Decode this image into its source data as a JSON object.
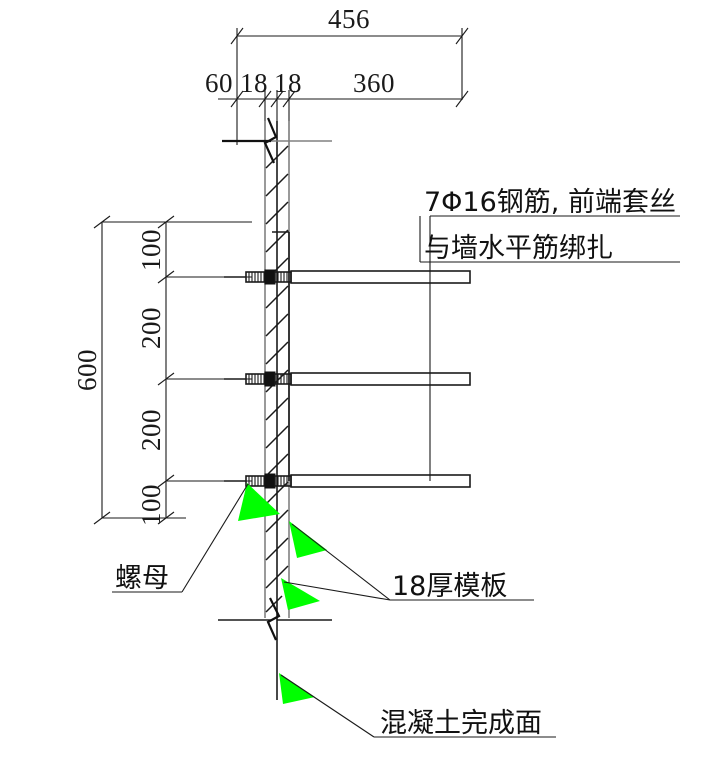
{
  "drawing": {
    "title": "Wall formwork tie-rod construction detail",
    "colors": {
      "line": "#1a1a1a",
      "gray_line": "#808080",
      "arrow_green": "#00ff00",
      "background": "#ffffff"
    },
    "horizontal_dimensions": {
      "overall": "456",
      "segments": [
        "60",
        "18",
        "18",
        "360"
      ]
    },
    "vertical_dimensions": {
      "overall": "600",
      "segments": [
        "100",
        "200",
        "200",
        "100"
      ]
    },
    "annotations": {
      "rebar_note_line1": "7Φ16钢筋, 前端套丝",
      "rebar_note_line2": "与墙水平筋绑扎",
      "nut_label": "螺母",
      "formwork_label": "18厚模板",
      "concrete_face_label": "混凝土完成面"
    },
    "elements": {
      "formwork_panel": "18 thick plywood formwork panel (hatched)",
      "tie_rods": 3,
      "nut": "hex nut at rod / formwork interface",
      "break_line_top": "zigzag break symbol",
      "break_line_bottom": "zigzag break symbol"
    }
  }
}
